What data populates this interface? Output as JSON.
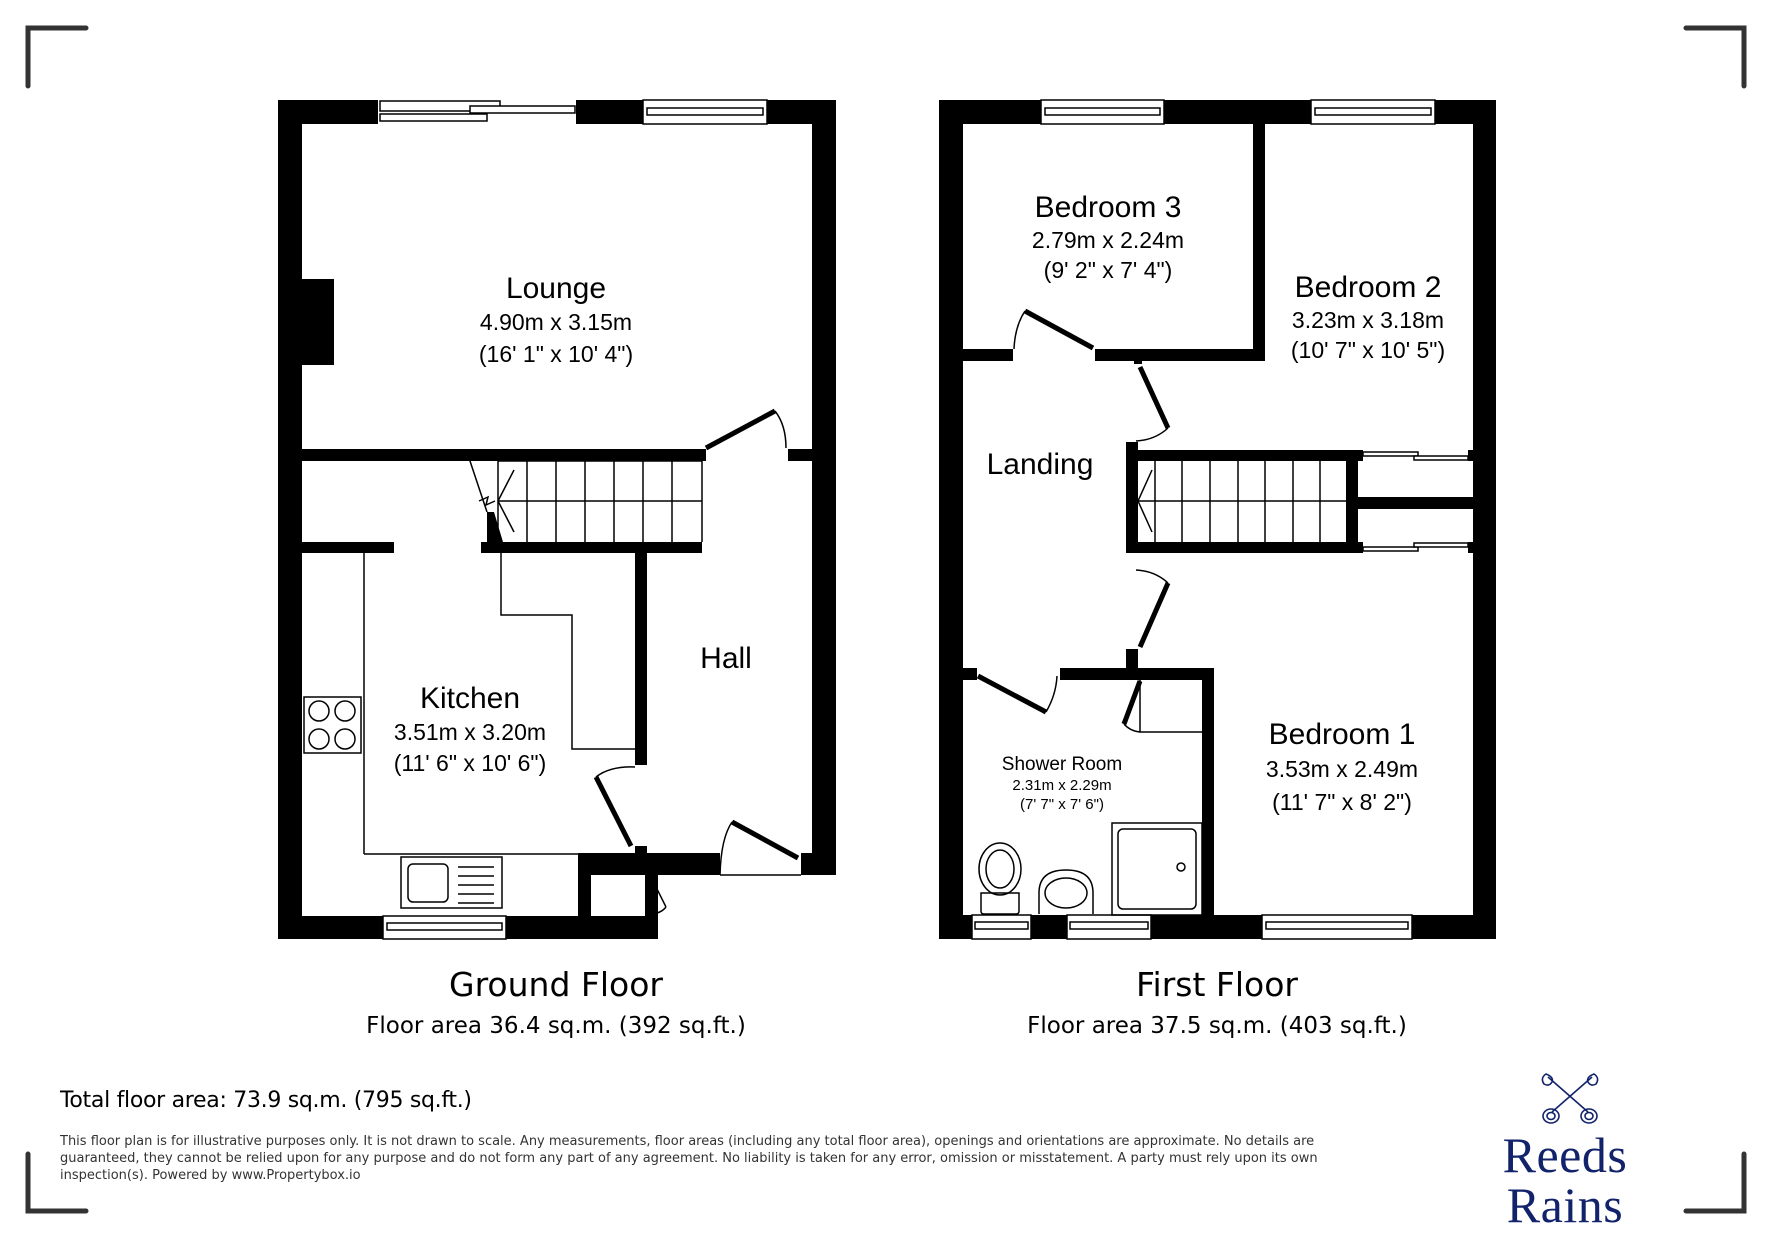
{
  "ground_floor": {
    "title": "Ground Floor",
    "area": "Floor area 36.4 sq.m. (392 sq.ft.)",
    "rooms": {
      "lounge": {
        "name": "Lounge",
        "metric": "4.90m x 3.15m",
        "imperial": "(16' 1\" x 10' 4\")"
      },
      "kitchen": {
        "name": "Kitchen",
        "metric": "3.51m x 3.20m",
        "imperial": "(11' 6\" x 10' 6\")"
      },
      "hall": {
        "name": "Hall"
      }
    }
  },
  "first_floor": {
    "title": "First Floor",
    "area": "Floor area 37.5 sq.m. (403 sq.ft.)",
    "rooms": {
      "bedroom3": {
        "name": "Bedroom 3",
        "metric": "2.79m x 2.24m",
        "imperial": "(9' 2\" x 7' 4\")"
      },
      "bedroom2": {
        "name": "Bedroom 2",
        "metric": "3.23m x 3.18m",
        "imperial": "(10' 7\" x 10' 5\")"
      },
      "landing": {
        "name": "Landing"
      },
      "shower_room": {
        "name": "Shower Room",
        "metric": "2.31m x 2.29m",
        "imperial": "(7' 7\" x 7' 6\")"
      },
      "bedroom1": {
        "name": "Bedroom 1",
        "metric": "3.53m x 2.49m",
        "imperial": "(11' 7\" x 8' 2\")"
      }
    }
  },
  "total_area": "Total floor area: 73.9 sq.m. (795 sq.ft.)",
  "disclaimer": "This floor plan is for illustrative purposes only. It is not drawn to scale. Any measurements, floor areas (including any total floor area), openings and orientations are approximate. No details are guaranteed, they cannot be relied upon for any purpose and do not form any part of any agreement. No liability is taken for any error, omission or misstatement. A party must rely upon its own inspection(s). Powered by www.Propertybox.io",
  "brand": {
    "name": "Reeds Rains",
    "icon": "crossed-keys-icon",
    "color": "#12236b"
  }
}
